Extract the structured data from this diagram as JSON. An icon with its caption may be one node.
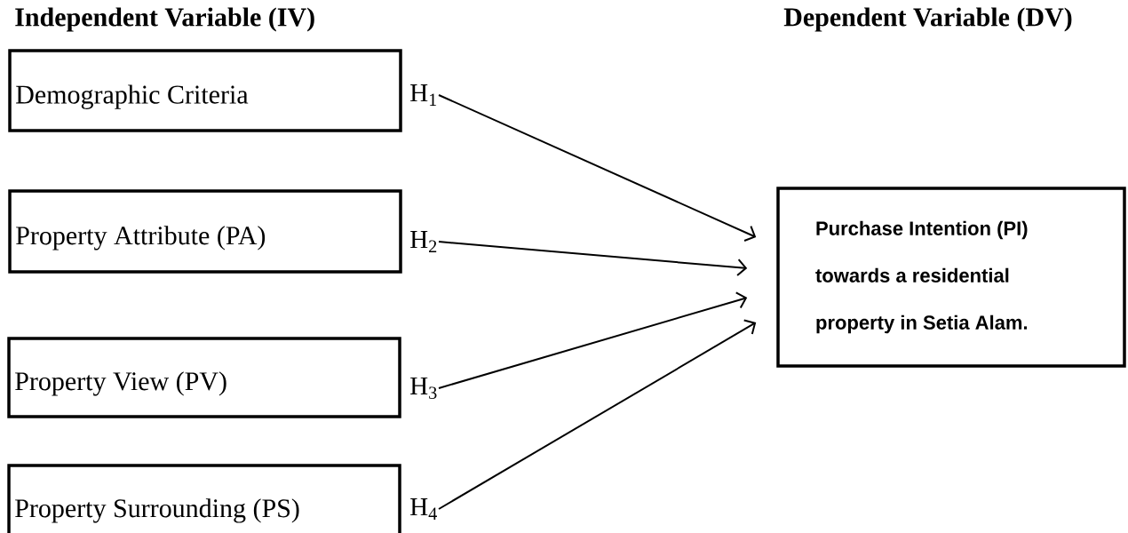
{
  "diagram": {
    "nodes": [
      {
        "text": [
          "Demographic Criteria"
        ]
      },
      {
        "text": [
          "H$_{1}$"
        ]
      },
      {
        "text": [
          "Property Attribute (PA)"
        ]
      },
      {
        "text": [
          "H$_{2}$"
        ]
      },
      {
        "text": [
          "Property View (PV)"
        ]
      },
      {
        "text": [
          "H$_{3}$"
        ]
      },
      {
        "text": [
          "Property Surrounding (PS)"
        ]
      },
      {
        "text": [
          "H$_{4}$"
        ]
      },
      {
        "text": [
          "Purchase Intention (PI) towards a residential property in Setia  Alam."
        ]
      }
    ],
    "edges": [
      {
        "from": 1,
        "to": 8,
        "arrow": "to"
      },
      {
        "from": 3,
        "to": 8,
        "arrow": "to"
      },
      {
        "from": 5,
        "to": 8,
        "arrow": "to"
      },
      {
        "from": 7,
        "to": 8,
        "arrow": "to"
      }
    ],
    "labels": [
      "Independent Variable (IV)",
      "Dependent Variable (DV)"
    ]
  }
}
